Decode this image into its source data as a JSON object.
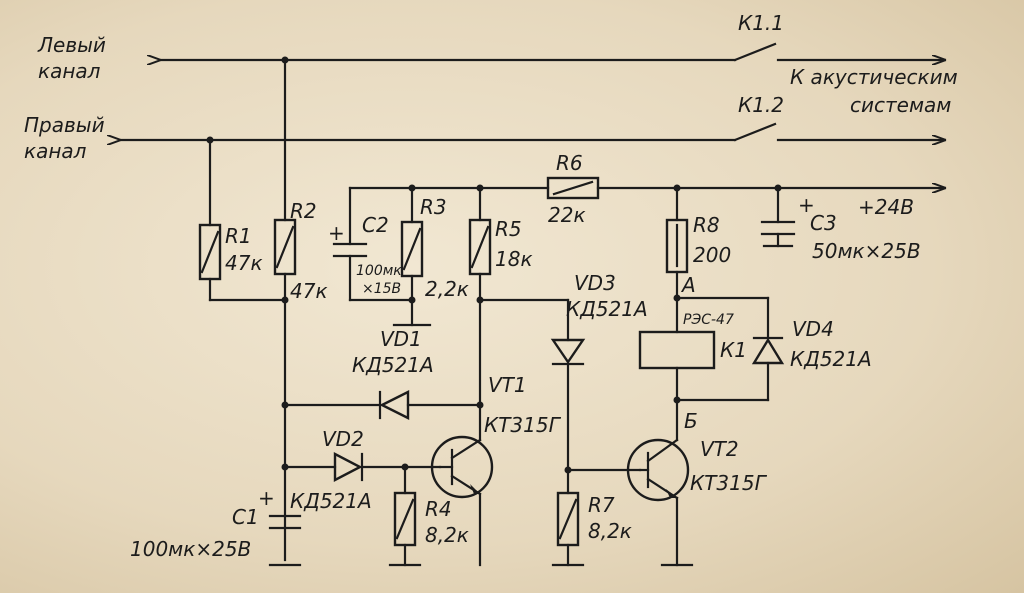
{
  "labels": {
    "left_channel_1": "Левый",
    "left_channel_2": "канал",
    "right_channel_1": "Правый",
    "right_channel_2": "канал",
    "to_speakers_1": "К акустическим",
    "to_speakers_2": "системам",
    "k11": "К1.1",
    "k12": "К1.2",
    "supply": "+24В",
    "node_a": "А",
    "node_b": "Б"
  },
  "components": {
    "r1": {
      "name": "R1",
      "value": "47к"
    },
    "r2": {
      "name": "R2",
      "value": "47к"
    },
    "r3": {
      "name": "R3",
      "value": "2,2к"
    },
    "r4": {
      "name": "R4",
      "value": "8,2к"
    },
    "r5": {
      "name": "R5",
      "value": "18к"
    },
    "r6": {
      "name": "R6",
      "value": "22к"
    },
    "r7": {
      "name": "R7",
      "value": "8,2к"
    },
    "r8": {
      "name": "R8",
      "value": "200"
    },
    "c1": {
      "name": "C1",
      "value": "100мк×25В"
    },
    "c2": {
      "name": "C2",
      "value_1": "100мк",
      "value_2": "×15В"
    },
    "c3": {
      "name": "C3",
      "value": "50мк×25В"
    },
    "vd1": {
      "name": "VD1",
      "value": "КД521А"
    },
    "vd2": {
      "name": "VD2",
      "value": "КД521А"
    },
    "vd3": {
      "name": "VD3",
      "value": "КД521А"
    },
    "vd4": {
      "name": "VD4",
      "value": "КД521А"
    },
    "vt1": {
      "name": "VT1",
      "value": "КТ315Г"
    },
    "vt2": {
      "name": "VT2",
      "value": "КТ315Г"
    },
    "k1": {
      "name": "К1",
      "type": "РЭС-47"
    }
  }
}
